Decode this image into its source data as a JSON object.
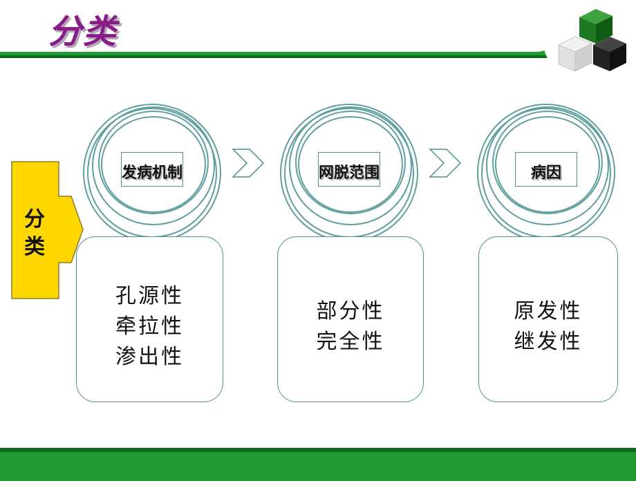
{
  "slide": {
    "title": "分类",
    "side_label": "分类",
    "categories": [
      {
        "label": "发病机制",
        "items": [
          "孔源性",
          "牵拉性",
          "渗出性"
        ]
      },
      {
        "label": "网脱范围",
        "items": [
          "部分性",
          "完全性"
        ]
      },
      {
        "label": "病因",
        "items": [
          "原发性",
          "继发性"
        ]
      }
    ]
  },
  "colors": {
    "header_green": "#1f9a34",
    "title_purple": "#8b1a8b",
    "tag_yellow": "#ffd700",
    "ring_teal": "#5e9e9e"
  },
  "icons": [
    "cube-logo-icon",
    "chevron-right-icon"
  ]
}
